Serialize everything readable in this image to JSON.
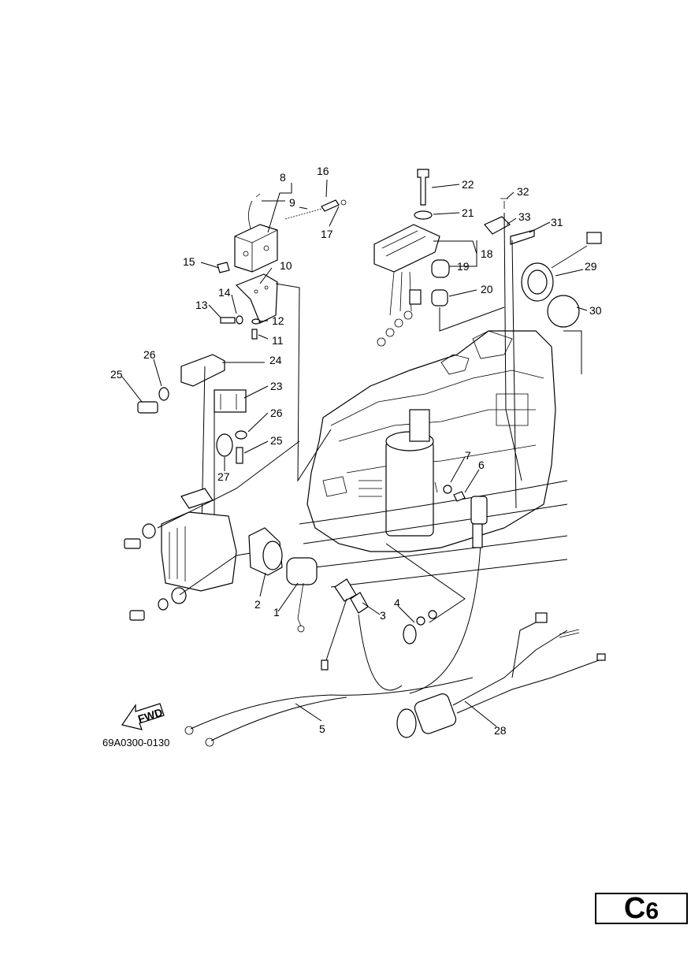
{
  "diagram": {
    "callouts": [
      "1",
      "2",
      "3",
      "4",
      "5",
      "6",
      "7",
      "8",
      "9",
      "10",
      "11",
      "12",
      "13",
      "14",
      "15",
      "16",
      "17",
      "18",
      "19",
      "20",
      "21",
      "22",
      "23",
      "24",
      "25",
      "26",
      "27",
      "28",
      "29",
      "30",
      "31",
      "32",
      "33",
      "25",
      "26"
    ],
    "fwd_label": "FWD",
    "drawing_code": "69A0300-0130"
  },
  "page_marker": {
    "letter": "C",
    "number": "6"
  }
}
